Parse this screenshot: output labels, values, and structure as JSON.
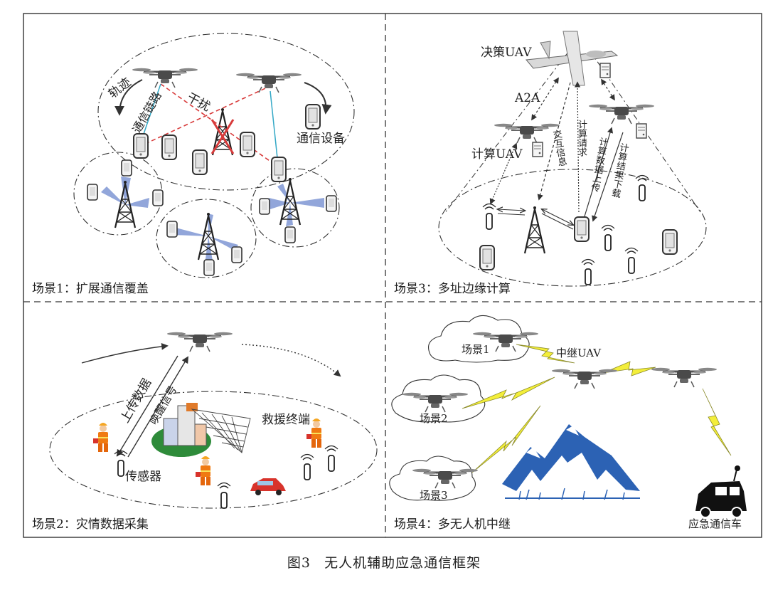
{
  "caption": {
    "figure_no": "图3",
    "title": "无人机辅助应急通信框架"
  },
  "panels": {
    "p1": {
      "title": "场景1：扩展通信覆盖",
      "labels": {
        "trajectory": "轨迹",
        "comm_link": "通信链路",
        "interference": "干扰",
        "comm_device": "通信设备"
      }
    },
    "p2": {
      "title": "场景2：灾情数据采集",
      "labels": {
        "upload_data": "上传数据",
        "wake_signal": "唤醒信号",
        "rescue_terminal": "救援终端",
        "sensor": "传感器"
      }
    },
    "p3": {
      "title": "场景3：多址边缘计算",
      "labels": {
        "decision_uav": "决策UAV",
        "a2a": "A2A",
        "compute_uav": "计算UAV",
        "interaction_info": "交互信息",
        "compute_request": "计算请求",
        "upload_compute_data": "计算数据上传",
        "result_download": "计算结果下载"
      }
    },
    "p4": {
      "title": "场景4：多无人机中继",
      "labels": {
        "scene1": "场景1",
        "relay_uav": "中继UAV",
        "scene2": "场景2",
        "scene3": "场景3",
        "emergency_vehicle": "应急通信车"
      }
    }
  },
  "colors": {
    "border": "#333333",
    "beam": "#7f97d4",
    "link_cyan": "#33a8c6",
    "interference": "#d83b3b",
    "lightning": "#f3ee3a",
    "mountain": "#2c62b4",
    "tower": "#222222",
    "truck": "#111111"
  }
}
